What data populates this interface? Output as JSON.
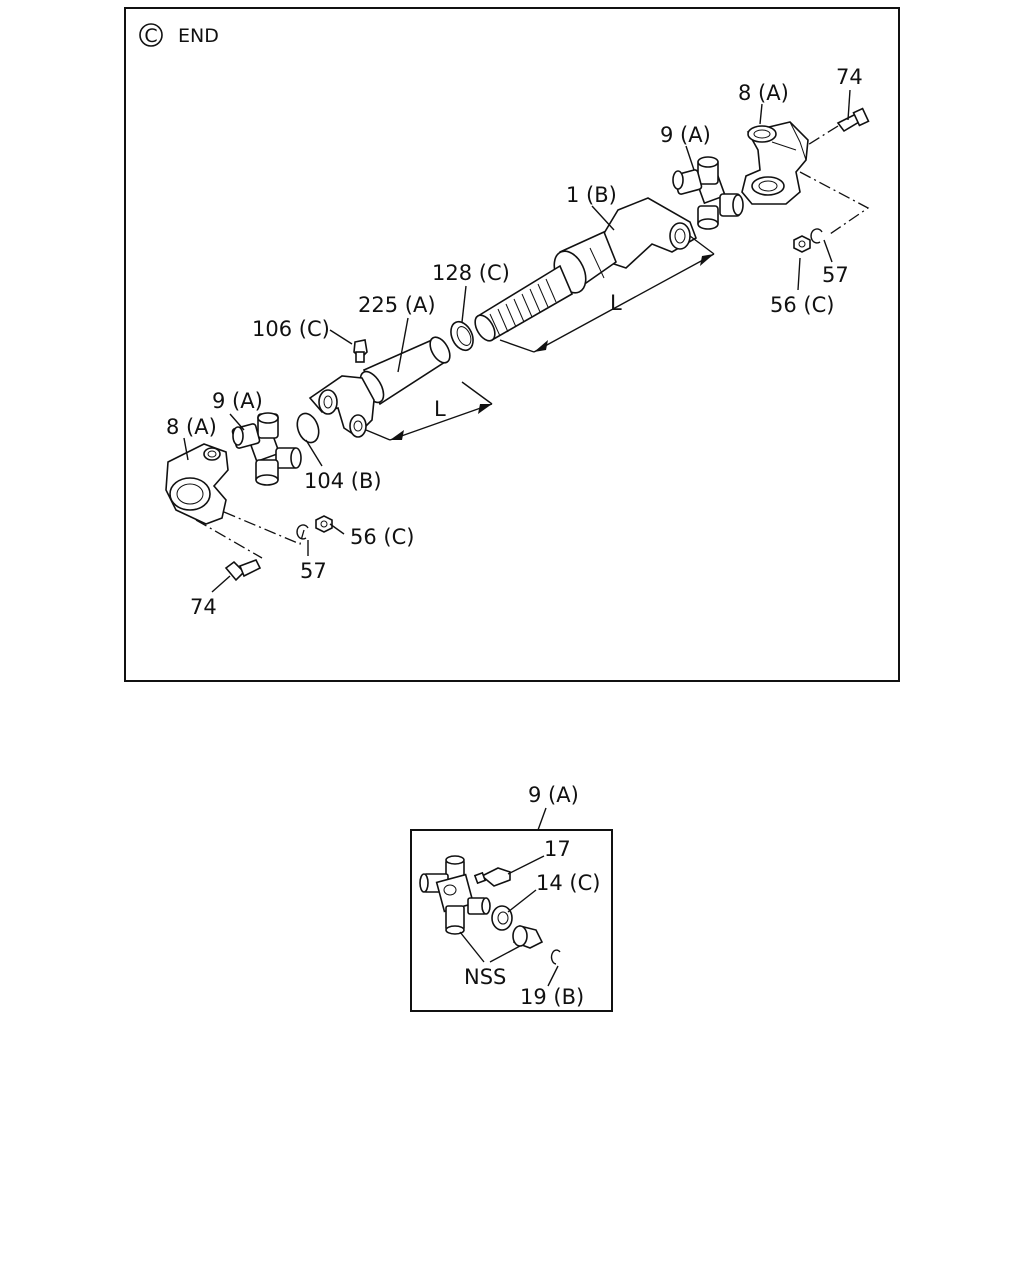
{
  "header": {
    "mark": "C",
    "title": "END"
  },
  "callouts": {
    "yoke_right": "8 (A)",
    "bolt_right": "74",
    "spider_right": "9 (A)",
    "tube_yoke": "1 (B)",
    "nut_right": "56 (C)",
    "washer_right": "57",
    "dust_seal": "128 (C)",
    "tube": "225 (A)",
    "grease_nipple": "106 (C)",
    "length_upper": "L",
    "length_lower": "L",
    "plug": "104 (B)",
    "spider_left": "9 (A)",
    "yoke_left": "8 (A)",
    "nut_left": "56 (C)",
    "washer_left": "57",
    "bolt_left": "74"
  },
  "detail": {
    "title": "9 (A)",
    "grease_fitting": "17",
    "seal": "14 (C)",
    "nss": "NSS",
    "snap_ring": "19 (B)"
  },
  "colors": {
    "line": "#111111",
    "background": "#ffffff"
  }
}
